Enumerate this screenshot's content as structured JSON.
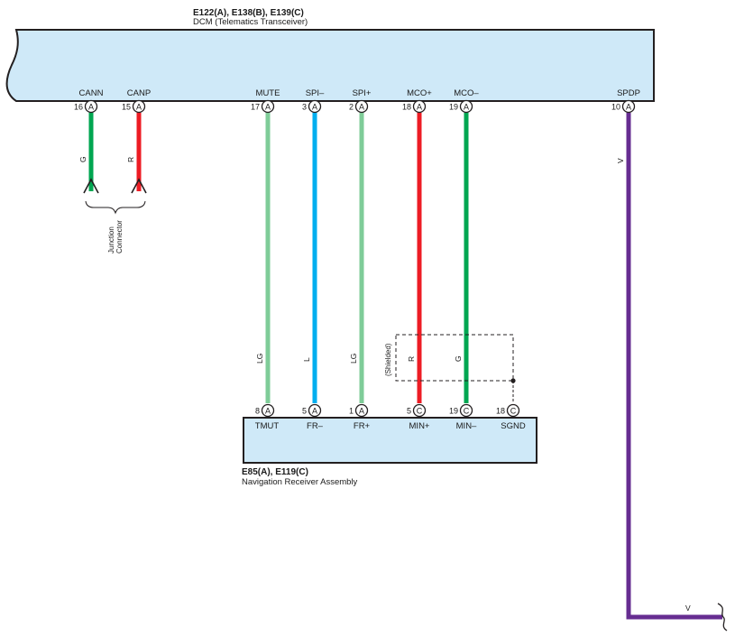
{
  "dcm": {
    "connectors": "E122(A), E138(B), E139(C)",
    "name": "DCM (Telematics Transceiver)"
  },
  "nav": {
    "connectors": "E85(A), E119(C)",
    "name": "Navigation Receiver Assembly"
  },
  "dcm_pins": [
    {
      "id": "cann",
      "label": "CANN",
      "num": "16",
      "conn": "A",
      "color": "G",
      "hex": "#00a651"
    },
    {
      "id": "canp",
      "label": "CANP",
      "num": "15",
      "conn": "A",
      "color": "R",
      "hex": "#ed1c24"
    },
    {
      "id": "mute",
      "label": "MUTE",
      "num": "17",
      "conn": "A",
      "color": "LG",
      "hex": "#7fcc98"
    },
    {
      "id": "spi-minus",
      "label": "SPI–",
      "num": "3",
      "conn": "A",
      "color": "L",
      "hex": "#00aeef"
    },
    {
      "id": "spi-plus",
      "label": "SPI+",
      "num": "2",
      "conn": "A",
      "color": "LG",
      "hex": "#7fcc98"
    },
    {
      "id": "mco-plus",
      "label": "MCO+",
      "num": "18",
      "conn": "A",
      "color": "R",
      "hex": "#ed1c24"
    },
    {
      "id": "mco-minus",
      "label": "MCO–",
      "num": "19",
      "conn": "A",
      "color": "G",
      "hex": "#00a651"
    },
    {
      "id": "spdp",
      "label": "SPDP",
      "num": "10",
      "conn": "A",
      "color": "V",
      "hex": "#662d91"
    }
  ],
  "nav_pins": [
    {
      "id": "tmut",
      "label": "TMUT",
      "num": "8",
      "conn": "A"
    },
    {
      "id": "fr-minus",
      "label": "FR–",
      "num": "5",
      "conn": "A"
    },
    {
      "id": "fr-plus",
      "label": "FR+",
      "num": "1",
      "conn": "A"
    },
    {
      "id": "min-plus",
      "label": "MIN+",
      "num": "5",
      "conn": "C"
    },
    {
      "id": "min-minus",
      "label": "MIN–",
      "num": "19",
      "conn": "C"
    },
    {
      "id": "sgnd",
      "label": "SGND",
      "num": "18",
      "conn": "C"
    }
  ],
  "junction_connector": {
    "line1": "Junction",
    "line2": "Connector"
  },
  "shield_label": "(Shielded)",
  "spdp_bottom_color": "V",
  "colors": {
    "box_fill": "#cfe9f8",
    "green": "#00a651",
    "red": "#ed1c24",
    "light_green": "#7fcc98",
    "blue": "#00aeef",
    "violet": "#662d91"
  }
}
